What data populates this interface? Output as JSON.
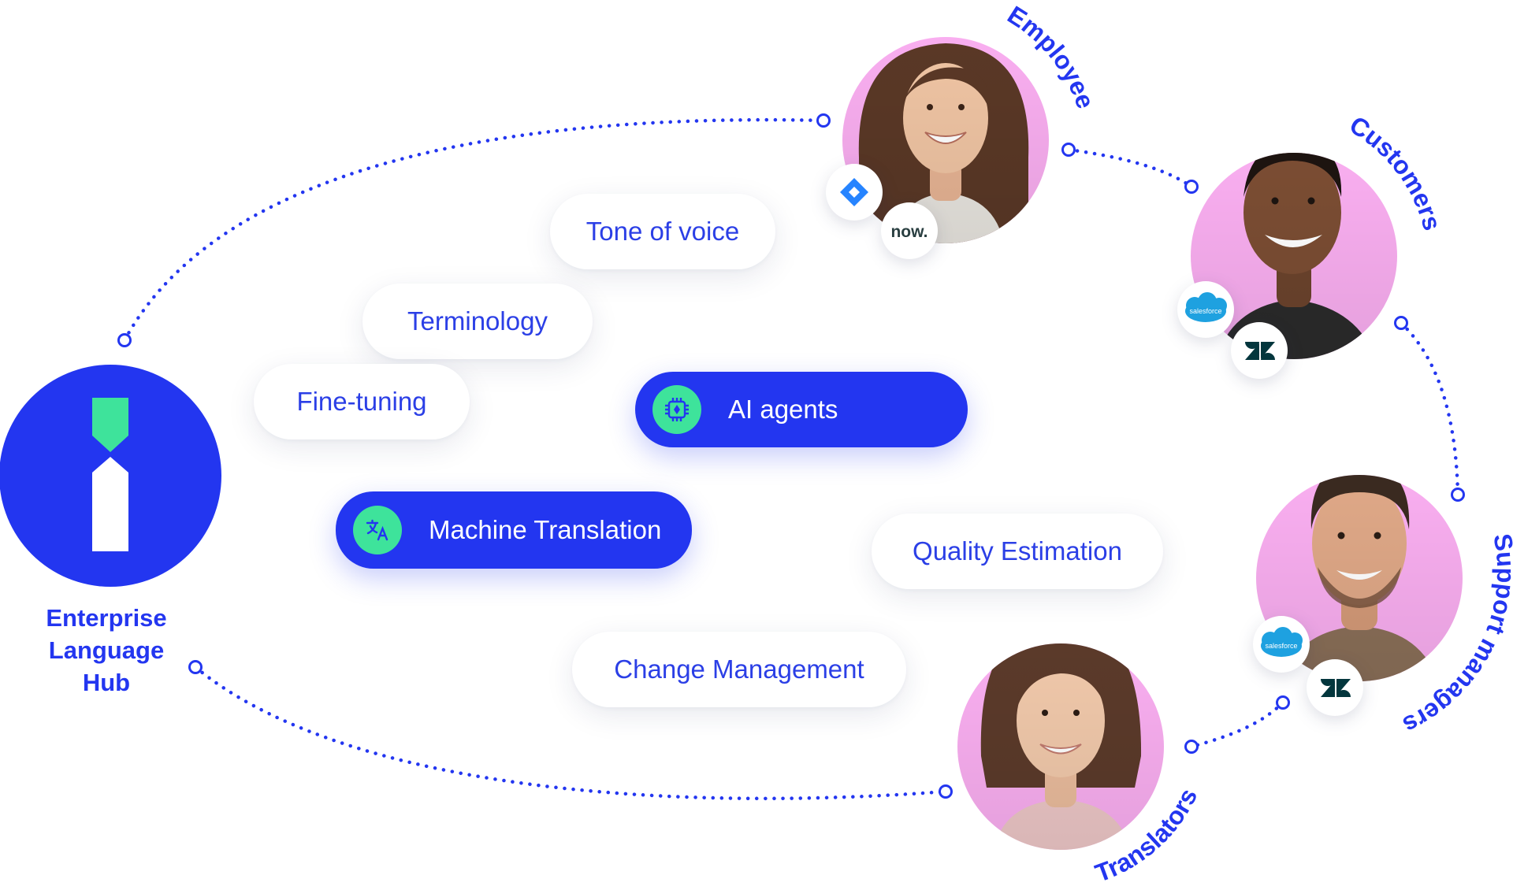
{
  "hub": {
    "label_lines": [
      "Enterprise",
      "Language",
      "Hub"
    ]
  },
  "capabilities": [
    {
      "label": "Tone of voice",
      "highlighted": false
    },
    {
      "label": "Terminology",
      "highlighted": false
    },
    {
      "label": "Fine-tuning",
      "highlighted": false
    },
    {
      "label": "AI agents",
      "highlighted": true,
      "icon": "chip-icon"
    },
    {
      "label": "Machine Translation",
      "highlighted": true,
      "icon": "translate-icon"
    },
    {
      "label": "Quality Estimation",
      "highlighted": false
    },
    {
      "label": "Change Management",
      "highlighted": false
    }
  ],
  "personas": [
    {
      "label": "Employees",
      "integrations": [
        "jira-icon",
        "servicenow-icon"
      ],
      "integration_texts": [
        "",
        "now."
      ]
    },
    {
      "label": "Customers",
      "integrations": [
        "salesforce-icon",
        "zendesk-icon"
      ],
      "integration_texts": [
        "salesforce",
        ""
      ]
    },
    {
      "label": "Support managers",
      "integrations": [
        "salesforce-icon",
        "zendesk-icon"
      ],
      "integration_texts": [
        "salesforce",
        ""
      ]
    },
    {
      "label": "Translators",
      "integrations": [],
      "integration_texts": []
    }
  ],
  "colors": {
    "brand_blue": "#2336f0",
    "text_blue": "#2b3fe6",
    "accent_green": "#3ee39b",
    "avatar_pink": "#f9aef0",
    "salesforce_blue": "#1ea1e0",
    "zendesk_dark": "#03363d",
    "servicenow_green": "#62d84e"
  }
}
